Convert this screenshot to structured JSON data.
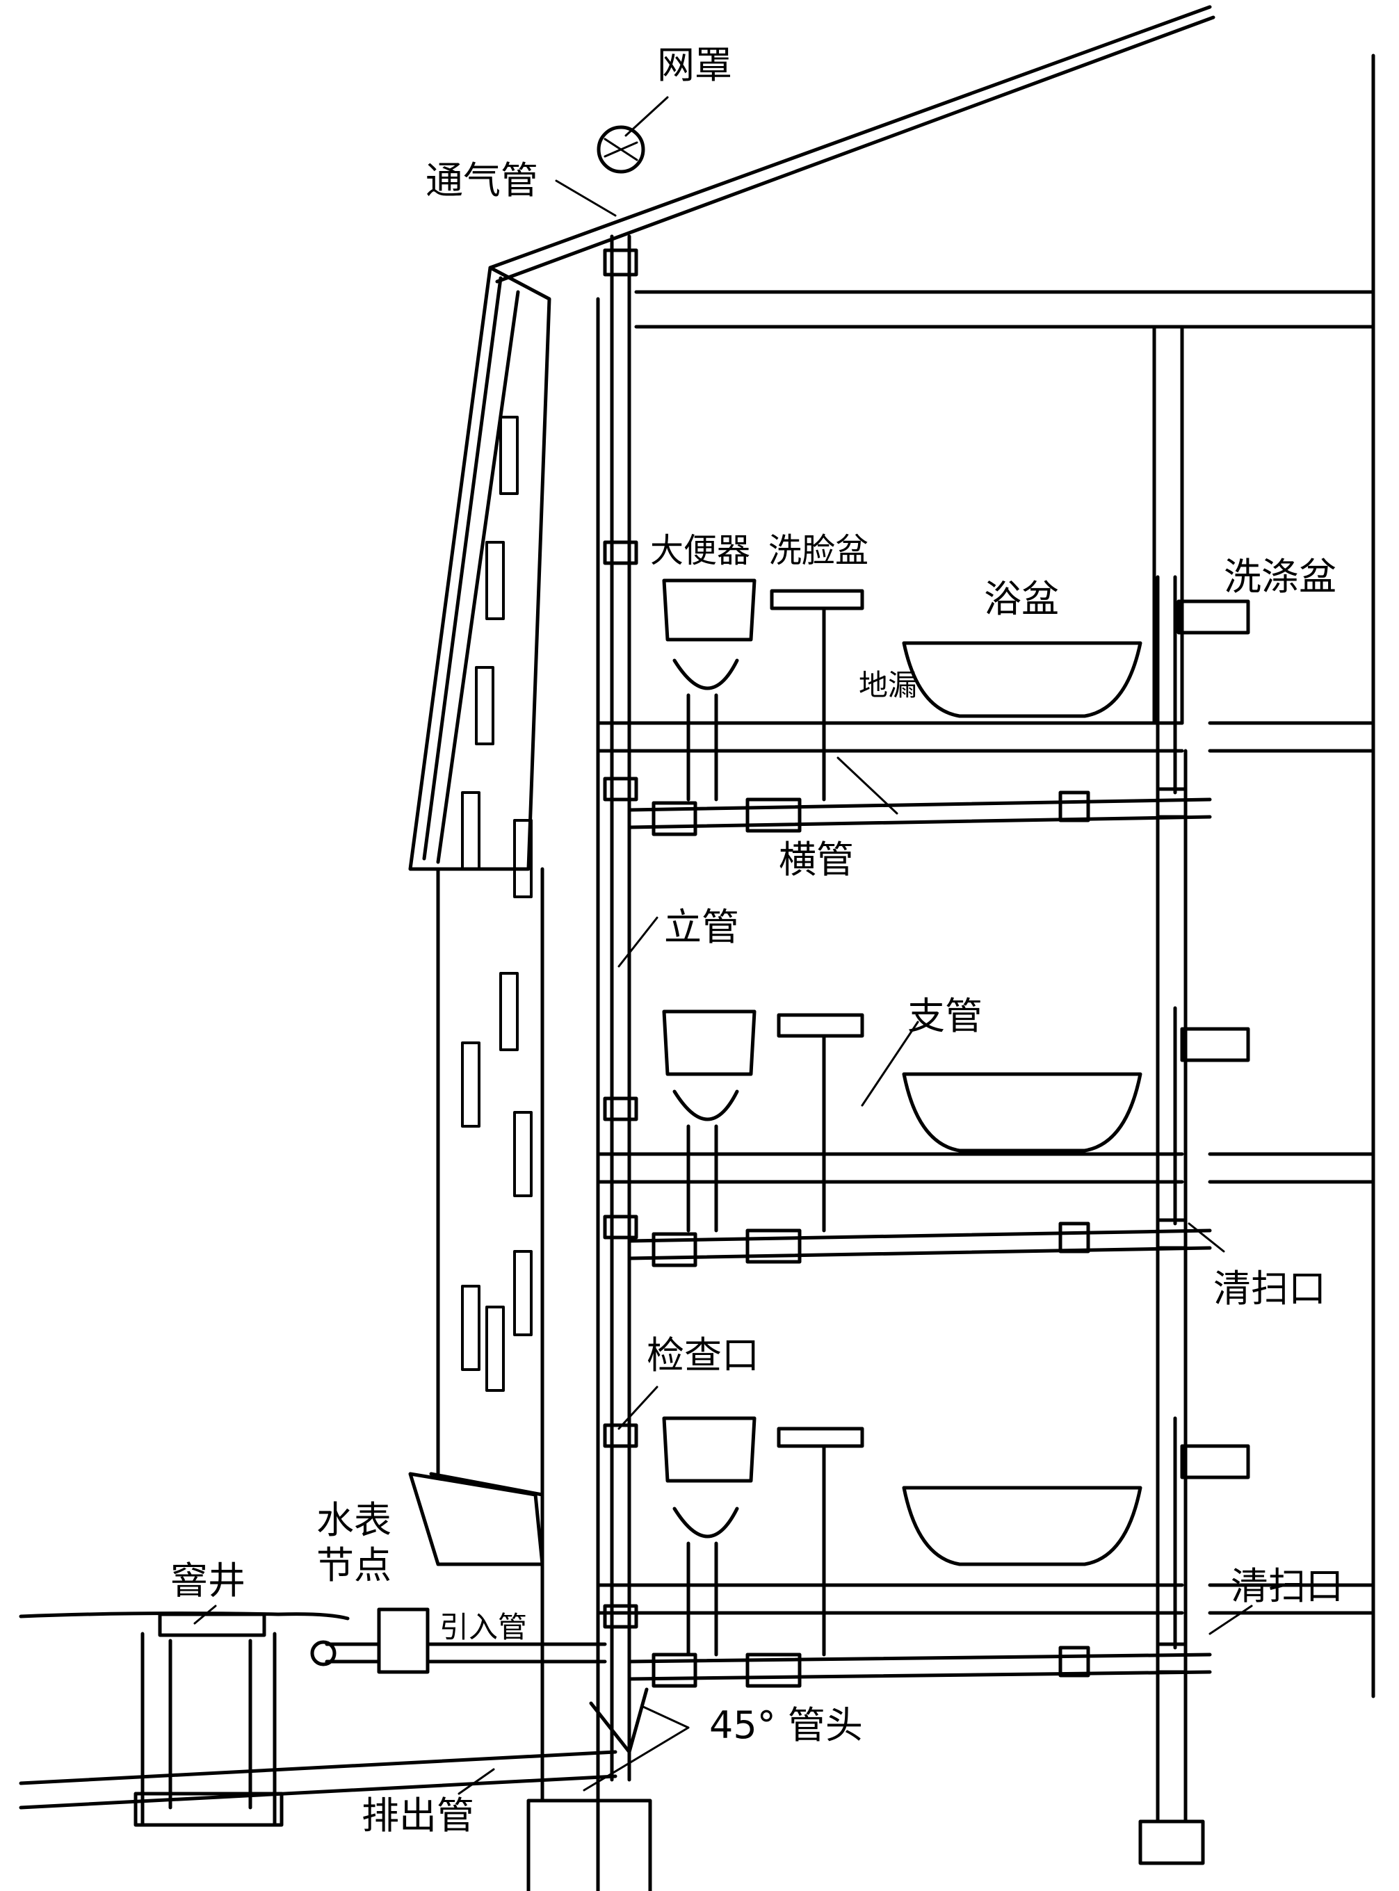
{
  "labels": {
    "net_cap": "网罩",
    "vent_pipe": "通气管",
    "toilet": "大便器",
    "washbasin": "洗脸盆",
    "bathtub": "浴盆",
    "sink": "洗涤盆",
    "floor_drain": "地漏",
    "horizontal_pipe": "横管",
    "riser": "立管",
    "branch_pipe": "支管",
    "cleanout_1": "清扫口",
    "cleanout_2": "清扫口",
    "inspection_port": "检查口",
    "meter_line1": "水表",
    "meter_line2": "节点",
    "manhole": "窨井",
    "inlet_pipe": "引入管",
    "elbow_45": "45° 管头",
    "outlet_pipe": "排出管"
  },
  "colors": {
    "ink": "#000000",
    "paper": "#ffffff"
  }
}
